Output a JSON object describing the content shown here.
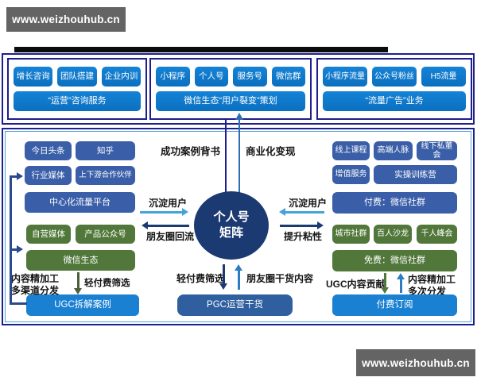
{
  "watermark": {
    "top": "www.weizhouhub.cn",
    "bottom": "www.weizhouhub.cn"
  },
  "top_section": {
    "group1": {
      "btn1": "增长咨询",
      "btn2": "团队搭建",
      "btn3": "企业内训",
      "wide": "“运营”咨询服务"
    },
    "group2": {
      "btn1": "小程序",
      "btn2": "个人号",
      "btn3": "服务号",
      "btn4": "微信群",
      "wide": "微信生态“用户裂变”策划"
    },
    "group3": {
      "btn1": "小程序流量",
      "btn2": "公众号粉丝",
      "btn3": "H5流量",
      "wide": "“流量广告”业务"
    }
  },
  "center": {
    "circle": "个人号\n矩阵",
    "endorse_label": "成功案例背书",
    "monetize_label": "商业化变现",
    "left_in_label": "沉淀用户",
    "left_out_label": "朋友圈回流",
    "right_in_label": "沉淀用户",
    "right_out_label": "提升粘性",
    "down_label": "轻付费筛选",
    "up_label": "朋友圈干货内容",
    "pgc_box": "PGC运营干货"
  },
  "left_column": {
    "toutiao": "今日头条",
    "zhihu": "知乎",
    "industry_media": "行业媒体",
    "partners": "上下游合作伙伴",
    "central_platform": "中心化流量平台",
    "self_media": "自营媒体",
    "product_account": "产品公众号",
    "wechat_eco": "微信生态",
    "note": "内容精加工\n多渠道分发",
    "filter_label": "轻付费筛选",
    "ugc_box": "UGC拆解案例"
  },
  "right_column": {
    "online_course": "线上课程",
    "connections": "高端人脉",
    "private_board": "线下私董会",
    "value_service": "增值服务",
    "training_camp": "实操训练营",
    "paid_group": "付费：微信社群",
    "city_group": "城市社群",
    "salon": "百人沙龙",
    "summit": "千人峰会",
    "free_group": "免费：微信社群",
    "ugc_label": "UGC内容贡献",
    "note": "内容精加工\n多次分发",
    "paid_subscribe": "付费订阅"
  },
  "colors": {
    "navy_border": "#1e1e8f",
    "bright_button_blue": "#0d76c8",
    "dark_blue_box": "#3a5fa8",
    "green_box": "#51783a",
    "link_blue_box": "#1a80d2",
    "pgc_blue_box": "#2f5f9f",
    "circle_navy": "#1c3a72",
    "light_arrow_blue": "#45a3d9",
    "watermark_gray": "#646464"
  }
}
